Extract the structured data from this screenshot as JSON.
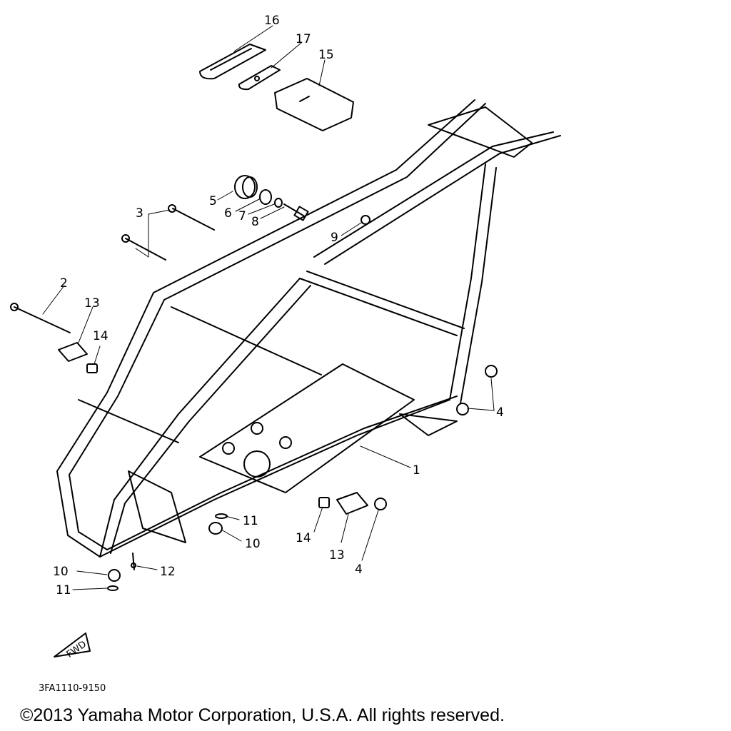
{
  "diagram": {
    "callouts": {
      "c1": "1",
      "c2": "2",
      "c3": "3",
      "c4a": "4",
      "c4b": "4",
      "c5": "5",
      "c6": "6",
      "c7": "7",
      "c8": "8",
      "c9": "9",
      "c10a": "10",
      "c10b": "10",
      "c11a": "11",
      "c11b": "11",
      "c12": "12",
      "c13a": "13",
      "c13b": "13",
      "c14a": "14",
      "c14b": "14",
      "c15": "15",
      "c16": "16",
      "c17": "17"
    },
    "fwd_label": "FWD",
    "part_code": "3FA1110-9150"
  },
  "footer": {
    "copyright": "©2013 Yamaha Motor Corporation, U.S.A. All rights reserved."
  }
}
